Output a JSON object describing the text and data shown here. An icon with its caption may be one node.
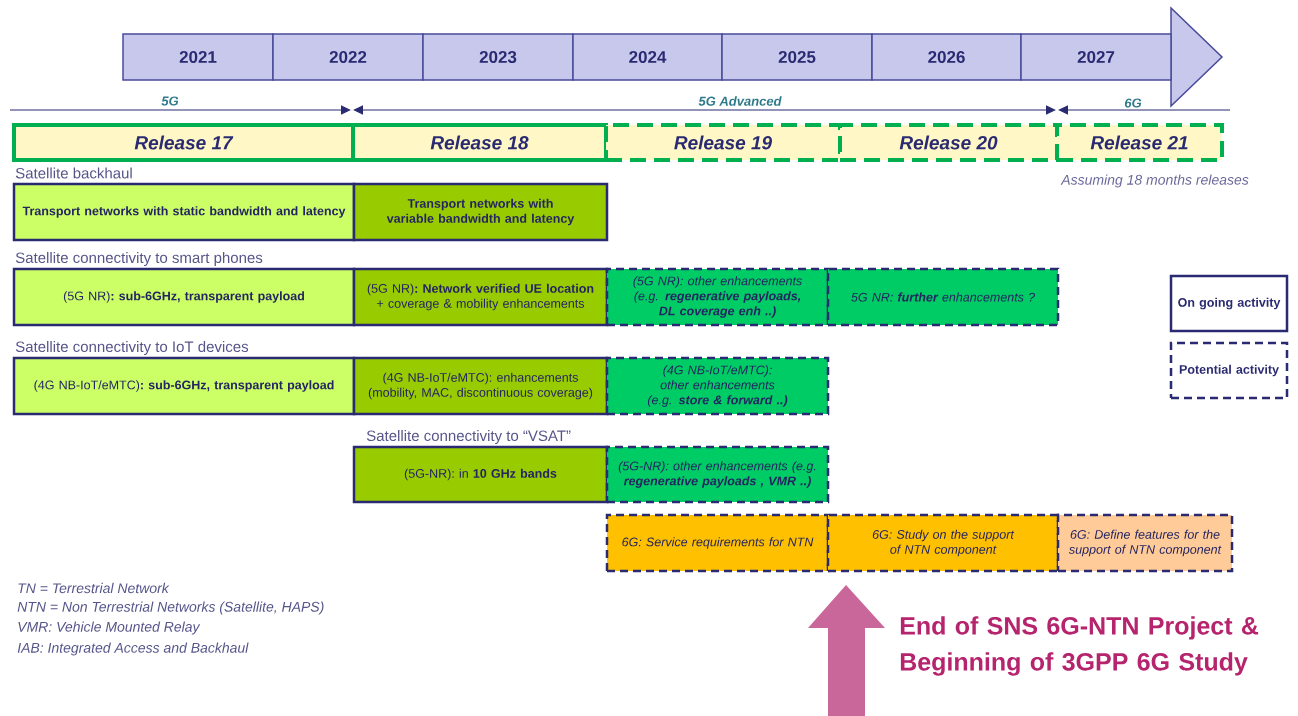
{
  "diagram": {
    "nodes": [
      {
        "text": [
          "2021"
        ]
      },
      {
        "text": [
          "2022"
        ]
      },
      {
        "text": [
          "2023"
        ]
      },
      {
        "text": [
          "2024"
        ]
      },
      {
        "text": [
          "2025"
        ]
      },
      {
        "text": [
          "2026"
        ]
      },
      {
        "text": [
          "2027"
        ]
      },
      {
        "text": [
          "Release 17"
        ]
      },
      {
        "text": [
          "Release 18"
        ]
      },
      {
        "text": [
          "Release 19"
        ]
      },
      {
        "text": [
          "Release 20"
        ]
      },
      {
        "text": [
          "Release 21"
        ]
      },
      {
        "text": [
          "Transport networks with static bandwidth and latency"
        ]
      },
      {
        "text": [
          "Transport networks with variable bandwidth and latency"
        ]
      },
      {
        "text": [
          "(5G NR)**: sub-6GHz, transparent payload**"
        ]
      },
      {
        "text": [
          "(5G NR)**: Network verified UE location** + coverage & mobility enhancements"
        ]
      },
      {
        "text": [
          "(5G NR): other enhancements (e.g. **regenerative payloads, DL coverage enh ..)**"
        ]
      },
      {
        "text": [
          "5G NR: **further** enhancements ?"
        ]
      },
      {
        "text": [
          "(4G NB-IoT/eMTC)**: sub-6GHz, transparent payload**"
        ]
      },
      {
        "text": [
          "(4G NB-IoT/eMTC): enhancements (mobility, MAC, discontinuous coverage)"
        ]
      },
      {
        "text": [
          "(4G NB-IoT/eMTC): other enhancements (e.g. **store & forward ..)**"
        ]
      },
      {
        "text": [
          "(5G-NR): in **10 GHz bands**"
        ]
      },
      {
        "text": [
          "(5G-NR): other enhancements (e.g. **regenerative payloads , VMR ..)**"
        ]
      },
      {
        "text": [
          "6G: Service requirements for NTN"
        ]
      },
      {
        "text": [
          "6G: Study on the support of NTN component"
        ]
      },
      {
        "text": [
          "6G: Define features for the support of NTN component"
        ]
      }
    ],
    "labels": [
      "5G",
      "5G Advanced",
      "6G",
      "Satellite backhaul",
      "Assuming 18 months releases",
      "Satellite connectivity to smart phones",
      "Satellite connectivity to IoT devices",
      "Satellite connectivity to “VSAT”",
      "TN = Terrestrial Network",
      "NTN = Non Terrestrial Networks (Satellite, HAPS)",
      "VMR: Vehicle Mounted Relay",
      "IAB: Integrated Access and Backhaul",
      "End of SNS 6G-NTN Project & Beginning of 3GPP 6G Study"
    ],
    "legend": [
      {
        "text": "On going activity"
      },
      {
        "text": "Potential activity"
      }
    ]
  }
}
